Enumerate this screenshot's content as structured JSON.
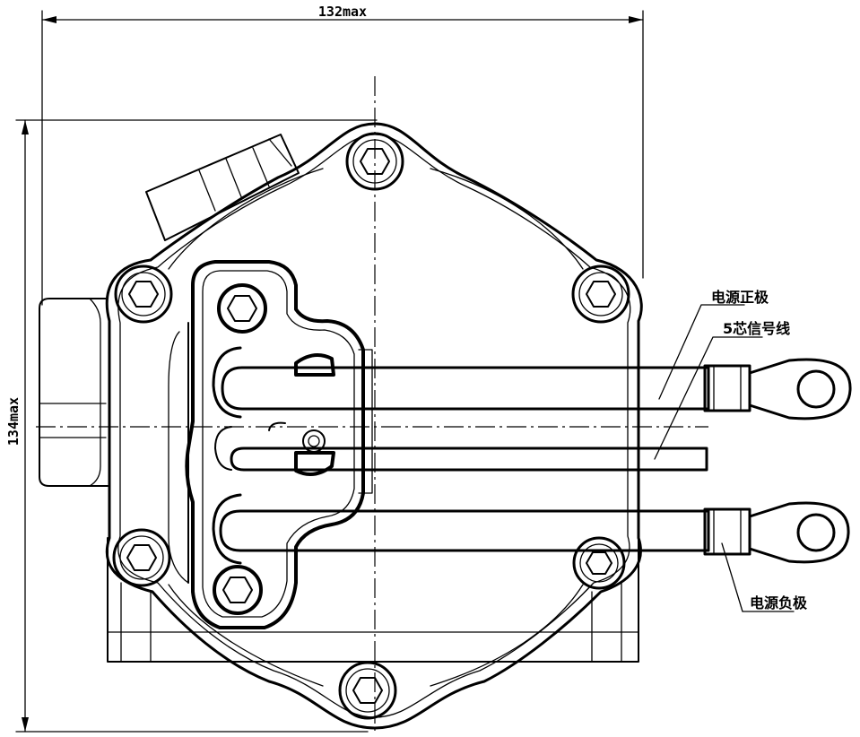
{
  "dimensions": {
    "width_label": "132max",
    "height_label": "134max"
  },
  "callouts": {
    "positive": "电源正极",
    "signal": "5芯信号线",
    "negative": "电源负极"
  }
}
